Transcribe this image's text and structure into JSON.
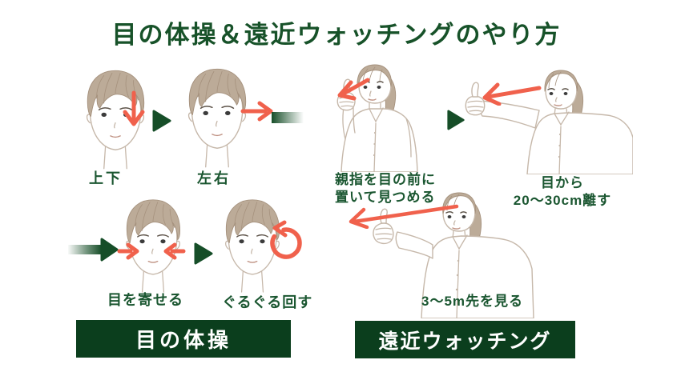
{
  "title": "目の体操＆遠近ウォッチングのやり方",
  "colors": {
    "title_green": "#175229",
    "label_green": "#1a5630",
    "banner_green": "#0b3e1d",
    "triangle_green": "#164e28",
    "arrow_red": "#f0614c",
    "banner_text": "#ffffff"
  },
  "eye_exercise": {
    "banner": "目の体操",
    "step_updown": "上下",
    "step_leftright": "左右",
    "step_converge": "目を寄せる",
    "step_rotate": "ぐるぐる回す"
  },
  "distance_watching": {
    "banner": "遠近ウォッチング",
    "step1_line1": "親指を目の前に",
    "step1_line2": "置いて見つめる",
    "step2_line1": "目から",
    "step2_line2": "20〜30cm離す",
    "step3": "3〜5m先を見る"
  },
  "icons": {
    "down-arrow": "↓",
    "right-arrow": "→",
    "left-arrow": "←",
    "converge-arrows": "→←",
    "rotate-arrow": "⟲",
    "next-triangle": "▶",
    "fade-in-arrow": "➡",
    "fade-out-bar": "▬"
  }
}
